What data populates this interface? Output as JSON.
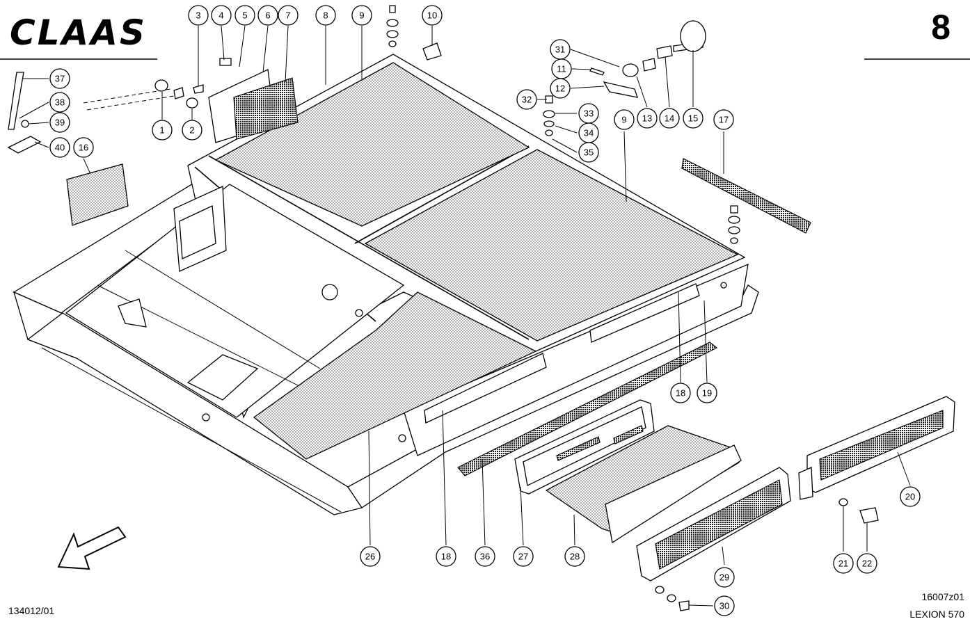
{
  "header": {
    "brand": "CLAAS",
    "page_number": "8"
  },
  "footer": {
    "doc_code": "134012/01",
    "drawing_code": "16007z01",
    "model": "LEXION 570"
  },
  "callouts": [
    {
      "label": "1"
    },
    {
      "label": "2"
    },
    {
      "label": "3"
    },
    {
      "label": "4"
    },
    {
      "label": "5"
    },
    {
      "label": "6"
    },
    {
      "label": "7"
    },
    {
      "label": "8"
    },
    {
      "label": "9"
    },
    {
      "label": "10"
    },
    {
      "label": "31"
    },
    {
      "label": "11"
    },
    {
      "label": "12"
    },
    {
      "label": "13"
    },
    {
      "label": "14"
    },
    {
      "label": "15"
    },
    {
      "label": "32"
    },
    {
      "label": "33"
    },
    {
      "label": "34"
    },
    {
      "label": "35"
    },
    {
      "label": "9"
    },
    {
      "label": "17"
    },
    {
      "label": "37"
    },
    {
      "label": "38"
    },
    {
      "label": "39"
    },
    {
      "label": "40"
    },
    {
      "label": "16"
    },
    {
      "label": "18"
    },
    {
      "label": "19"
    },
    {
      "label": "20"
    },
    {
      "label": "21"
    },
    {
      "label": "22"
    },
    {
      "label": "26"
    },
    {
      "label": "18"
    },
    {
      "label": "36"
    },
    {
      "label": "27"
    },
    {
      "label": "28"
    },
    {
      "label": "29"
    },
    {
      "label": "30"
    }
  ],
  "colors": {
    "ink": "#000000",
    "paper": "#ffffff"
  }
}
